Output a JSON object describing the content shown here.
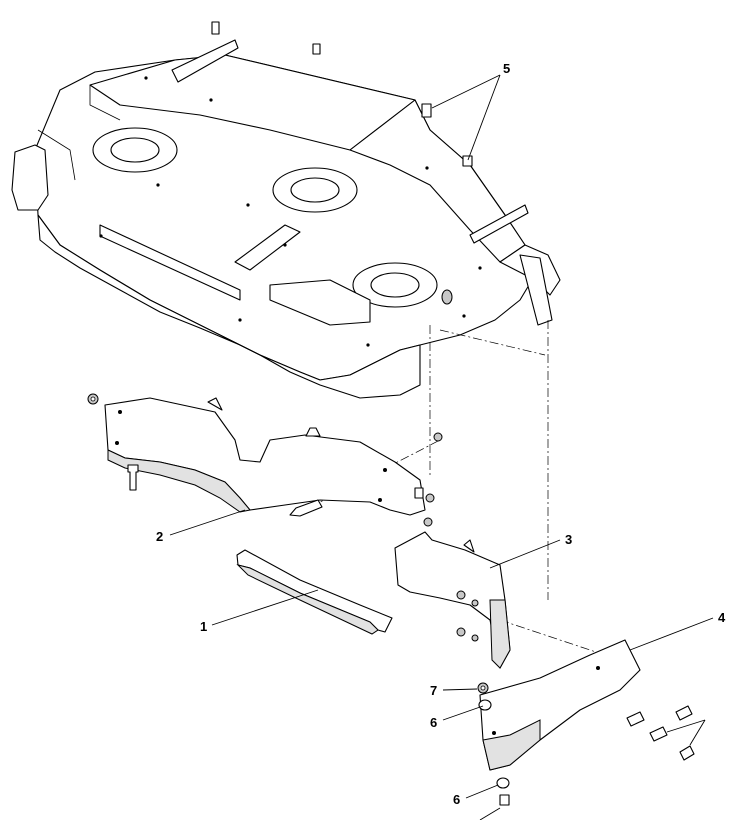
{
  "callouts": [
    {
      "id": "1",
      "label": "1"
    },
    {
      "id": "2",
      "label": "2"
    },
    {
      "id": "3",
      "label": "3"
    },
    {
      "id": "4",
      "label": "4"
    },
    {
      "id": "5",
      "label": "5"
    },
    {
      "id": "6a",
      "label": "6"
    },
    {
      "id": "6b",
      "label": "6"
    },
    {
      "id": "7",
      "label": "7"
    }
  ],
  "parts": {
    "deck": "mower-deck",
    "baffle_left": "left-baffle",
    "baffle_right": "right-baffle",
    "blade": "blade",
    "chute_cover": "discharge-cover"
  }
}
